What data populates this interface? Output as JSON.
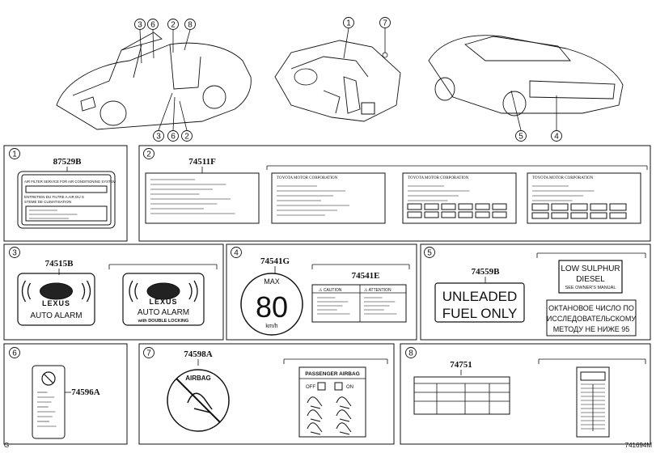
{
  "callouts": [
    "1",
    "2",
    "3",
    "4",
    "5",
    "6",
    "7",
    "8"
  ],
  "panels": [
    {
      "num": "1",
      "parts": [
        "87529B"
      ],
      "label_text": [
        "AIR FILTER SERVICE FOR AIR CONDITIONING SYSTEM",
        "ENTRETIEN DU FILTRE A AIR DU SYSTEME DE CLIMATISATION"
      ]
    },
    {
      "num": "2",
      "parts": [
        "74511F"
      ],
      "label_headers": [
        "TOYOTA MOTOR CORPORATION",
        "TOYOTA MOTOR CORPORATION",
        "TOYOTA MOTOR CORPORATION"
      ]
    },
    {
      "num": "3",
      "parts": [
        "74515B"
      ],
      "label_text": [
        "LEXUS",
        "AUTO ALARM",
        "LEXUS",
        "AUTO ALARM",
        "with DOUBLE LOCKING"
      ]
    },
    {
      "num": "4",
      "parts": [
        "74541G",
        "74541E"
      ],
      "label_text": [
        "MAX",
        "80",
        "km/h",
        "CAUTION",
        "ATTENTION"
      ]
    },
    {
      "num": "5",
      "parts": [
        "74559B"
      ],
      "label_text": [
        "UNLEADED",
        "FUEL ONLY",
        "LOW SULPHUR",
        "DIESEL",
        "SEE OWNER'S MANUAL",
        "ОКТАНОВОЕ ЧИСЛО ПО",
        "ИССЛЕДОВАТЕЛЬСКОМУ",
        "МЕТОДУ НЕ НИЖЕ 95"
      ]
    },
    {
      "num": "6",
      "parts": [
        "74596A"
      ]
    },
    {
      "num": "7",
      "parts": [
        "74598A"
      ],
      "label_text": [
        "AIRBAG",
        "PASSENGER AIRBAG",
        "OFF",
        "ON"
      ]
    },
    {
      "num": "8",
      "parts": [
        "74751"
      ]
    }
  ],
  "footer": {
    "left": "G",
    "right": "741694M"
  }
}
